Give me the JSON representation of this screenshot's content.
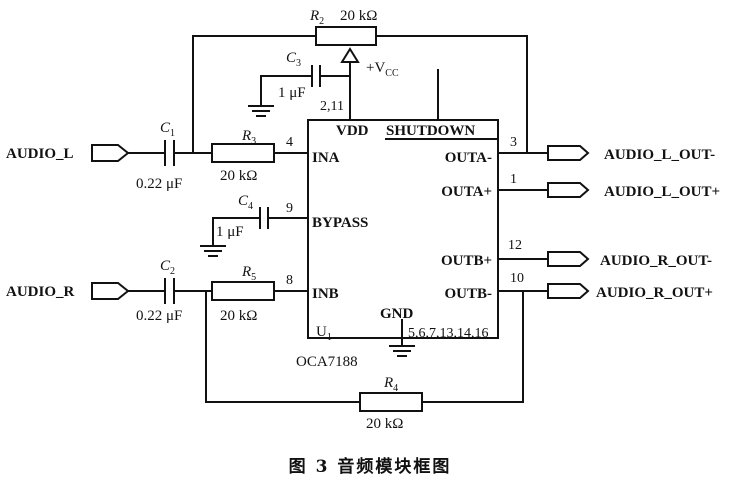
{
  "figure_caption": "图 3   音频模块框图",
  "ic": {
    "ref": "U",
    "ref_sub": "1",
    "part": "OCA7188",
    "pins": {
      "vdd": "VDD",
      "shutdown": "SHUTDOWN",
      "ina": "INA",
      "bypass": "BYPASS",
      "inb": "INB",
      "gnd": "GND",
      "outa_minus": "OUTA-",
      "outa_plus": "OUTA+",
      "outb_plus": "OUTB+",
      "outb_minus": "OUTB-"
    },
    "pin_numbers": {
      "vdd": "2,11",
      "ina": "4",
      "bypass": "9",
      "inb": "8",
      "gnd": "5,6,7,13,14,16",
      "outa_minus": "3",
      "outa_plus": "1",
      "outb_plus": "12",
      "outb_minus": "10"
    }
  },
  "components": {
    "c1": {
      "letter": "C",
      "sub": "1",
      "value": "0.22  μF"
    },
    "c2": {
      "letter": "C",
      "sub": "2",
      "value": "0.22  μF"
    },
    "c3": {
      "letter": "C",
      "sub": "3",
      "value": "1  μF"
    },
    "c4": {
      "letter": "C",
      "sub": "4",
      "value": "1  μF"
    },
    "r2": {
      "letter": "R",
      "sub": "2",
      "value": "20 kΩ"
    },
    "r3": {
      "letter": "R",
      "sub": "3",
      "value": "20 kΩ"
    },
    "r4": {
      "letter": "R",
      "sub": "4",
      "value": "20 kΩ"
    },
    "r5": {
      "letter": "R",
      "sub": "5",
      "value": "20 kΩ"
    }
  },
  "supply": {
    "prefix": "+V",
    "sub": "CC"
  },
  "ports": {
    "audio_l": "AUDIO_L",
    "audio_r": "AUDIO_R",
    "audio_l_out_minus": "AUDIO_L_OUT-",
    "audio_l_out_plus": "AUDIO_L_OUT+",
    "audio_r_out_minus": "AUDIO_R_OUT-",
    "audio_r_out_plus": "AUDIO_R_OUT+"
  }
}
